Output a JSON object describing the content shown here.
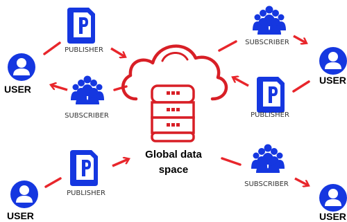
{
  "center": {
    "title_line1": "Global data",
    "title_line2": "space"
  },
  "labels": {
    "user_left_top": "USER",
    "user_left_bottom": "USER",
    "user_right_top": "USER",
    "user_right_bottom": "USER",
    "publisher_top_left": "PUBLISHER",
    "publisher_bottom_left": "PUBLISHER",
    "publisher_right": "PUBLISHER",
    "subscriber_left": "SUBSCRIBER",
    "subscriber_top_right": "SUBSCRIBER",
    "subscriber_bottom_right": "SUBSCRIBER"
  },
  "colors": {
    "blue": "#1537e0",
    "blue_light": "#5ea0ff",
    "red": "#e8262b",
    "database_red": "#d81f26",
    "text": "#333333"
  },
  "icons": {
    "user": "user-avatar-icon",
    "publisher": "publisher-p-document-icon",
    "subscriber": "subscriber-group-icon",
    "cloud": "cloud-icon",
    "database": "database-server-icon"
  }
}
